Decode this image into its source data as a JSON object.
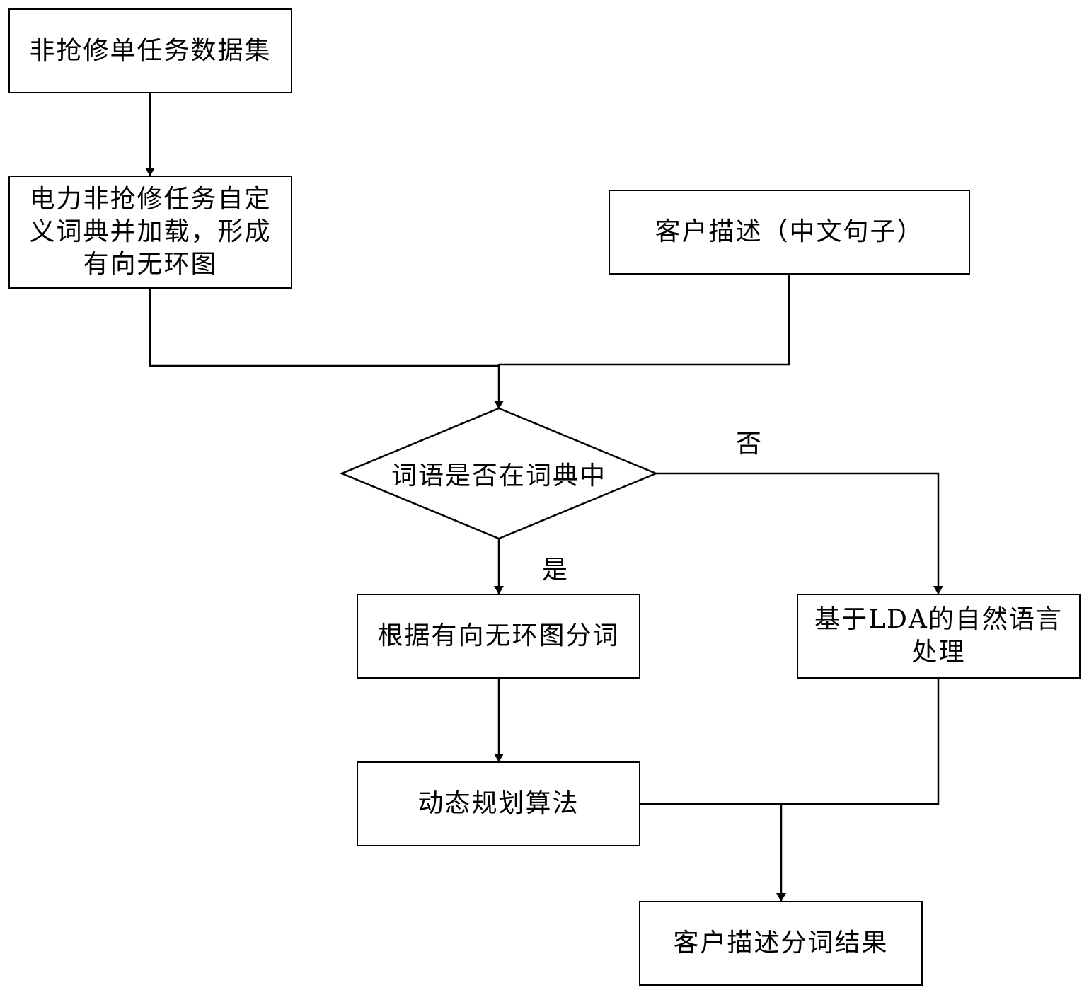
{
  "nodes": {
    "dataset": "非抢修单任务数据集",
    "dictionary": "电力非抢修任务自定义词典并加载，形成有向无环图",
    "customer_description": "客户描述（中文句子）",
    "decision": "词语是否在词典中",
    "dag_segmentation": "根据有向无环图分词",
    "lda_nlp": "基于LDA的自然语言处理",
    "dynamic_programming": "动态规划算法",
    "result": "客户描述分词结果"
  },
  "edge_labels": {
    "no": "否",
    "yes": "是"
  }
}
